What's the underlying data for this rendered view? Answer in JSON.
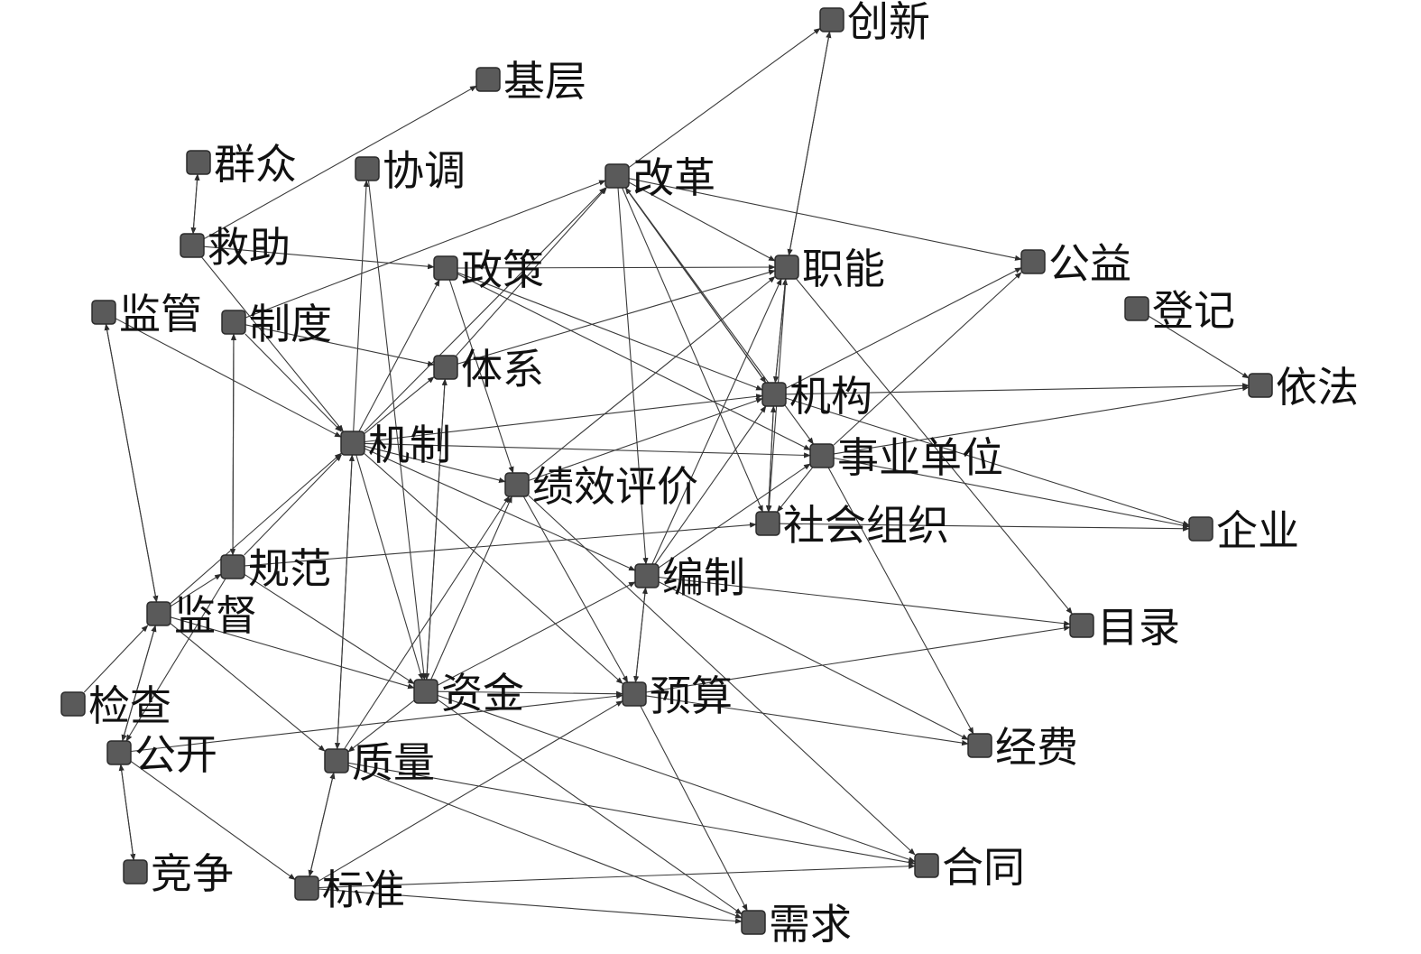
{
  "diagram": {
    "type": "directed-network",
    "node_color": "#5a5a5a",
    "edge_color": "#3a3a3a",
    "nodes": [
      {
        "id": "chuangxin",
        "label": "创新"
      },
      {
        "id": "jiceng",
        "label": "基层"
      },
      {
        "id": "qunzhong",
        "label": "群众"
      },
      {
        "id": "xietiao",
        "label": "协调"
      },
      {
        "id": "gaige",
        "label": "改革"
      },
      {
        "id": "jiuzhu",
        "label": "救助"
      },
      {
        "id": "zhengce",
        "label": "政策"
      },
      {
        "id": "zhineng",
        "label": "职能"
      },
      {
        "id": "gongyi",
        "label": "公益"
      },
      {
        "id": "dengji",
        "label": "登记"
      },
      {
        "id": "jianguan",
        "label": "监管"
      },
      {
        "id": "zhidu",
        "label": "制度"
      },
      {
        "id": "tixi",
        "label": "体系"
      },
      {
        "id": "yifa",
        "label": "依法"
      },
      {
        "id": "jigou",
        "label": "机构"
      },
      {
        "id": "jizhi",
        "label": "机制"
      },
      {
        "id": "shiyedanwei",
        "label": "事业单位"
      },
      {
        "id": "jixiaopingjia",
        "label": "绩效评价"
      },
      {
        "id": "shehuizuzhi",
        "label": "社会组织"
      },
      {
        "id": "qiye",
        "label": "企业"
      },
      {
        "id": "guifan",
        "label": "规范"
      },
      {
        "id": "bianzhi",
        "label": "编制"
      },
      {
        "id": "jiandu",
        "label": "监督"
      },
      {
        "id": "mulu",
        "label": "目录"
      },
      {
        "id": "jiancha",
        "label": "检查"
      },
      {
        "id": "zijin",
        "label": "资金"
      },
      {
        "id": "yusuan",
        "label": "预算"
      },
      {
        "id": "gongkai",
        "label": "公开"
      },
      {
        "id": "zhiliang",
        "label": "质量"
      },
      {
        "id": "jingfei",
        "label": "经费"
      },
      {
        "id": "jingzheng",
        "label": "竞争"
      },
      {
        "id": "biaozhun",
        "label": "标准"
      },
      {
        "id": "hetong",
        "label": "合同"
      },
      {
        "id": "xuqiu",
        "label": "需求"
      }
    ],
    "edges": [
      [
        "jiuzhu",
        "jiceng"
      ],
      [
        "qunzhong",
        "jiuzhu"
      ],
      [
        "jiuzhu",
        "qunzhong"
      ],
      [
        "gaige",
        "chuangxin"
      ],
      [
        "zhineng",
        "chuangxin"
      ],
      [
        "chuangxin",
        "zhineng"
      ],
      [
        "jiuzhu",
        "zhengce"
      ],
      [
        "zhengce",
        "zhineng"
      ],
      [
        "gaige",
        "zhineng"
      ],
      [
        "gaige",
        "gongyi"
      ],
      [
        "dengji",
        "yifa"
      ],
      [
        "jigou",
        "yifa"
      ],
      [
        "shiyedanwei",
        "yifa"
      ],
      [
        "gaige",
        "jigou"
      ],
      [
        "jigou",
        "gaige"
      ],
      [
        "gaige",
        "shiyedanwei"
      ],
      [
        "gaige",
        "bianzhi"
      ],
      [
        "gaige",
        "shehuizuzhi"
      ],
      [
        "zhidu",
        "gaige"
      ],
      [
        "jizhi",
        "gaige"
      ],
      [
        "tixi",
        "gaige"
      ],
      [
        "xietiao",
        "zijin"
      ],
      [
        "jizhi",
        "xietiao"
      ],
      [
        "zhidu",
        "tixi"
      ],
      [
        "jizhi",
        "tixi"
      ],
      [
        "zhidu",
        "guifan"
      ],
      [
        "guifan",
        "zhidu"
      ],
      [
        "jianguan",
        "jiandu"
      ],
      [
        "jiandu",
        "jianguan"
      ],
      [
        "jianguan",
        "jizhi"
      ],
      [
        "zhidu",
        "jizhi"
      ],
      [
        "jiuzhu",
        "jizhi"
      ],
      [
        "jizhi",
        "jigou"
      ],
      [
        "jizhi",
        "shiyedanwei"
      ],
      [
        "jizhi",
        "jixiaopingjia"
      ],
      [
        "jizhi",
        "zhengce"
      ],
      [
        "jizhi",
        "yusuan"
      ],
      [
        "jizhi",
        "bianzhi"
      ],
      [
        "jizhi",
        "zhiliang"
      ],
      [
        "jizhi",
        "zijin"
      ],
      [
        "guifan",
        "jizhi"
      ],
      [
        "jiandu",
        "jizhi"
      ],
      [
        "zhiliang",
        "jizhi"
      ],
      [
        "zhengce",
        "jixiaopingjia"
      ],
      [
        "zhengce",
        "jigou"
      ],
      [
        "zhengce",
        "shiyedanwei"
      ],
      [
        "tixi",
        "zhineng"
      ],
      [
        "tixi",
        "zijin"
      ],
      [
        "zijin",
        "tixi"
      ],
      [
        "jixiaopingjia",
        "zhineng"
      ],
      [
        "jixiaopingjia",
        "yusuan"
      ],
      [
        "jixiaopingjia",
        "jigou"
      ],
      [
        "zijin",
        "jixiaopingjia"
      ],
      [
        "zhiliang",
        "jixiaopingjia"
      ],
      [
        "zhineng",
        "jigou"
      ],
      [
        "jigou",
        "zhineng"
      ],
      [
        "zhineng",
        "mulu"
      ],
      [
        "zhineng",
        "shehuizuzhi"
      ],
      [
        "jigou",
        "gongyi"
      ],
      [
        "shiyedanwei",
        "gongyi"
      ],
      [
        "shiyedanwei",
        "qiye"
      ],
      [
        "jigou",
        "qiye"
      ],
      [
        "shehuizuzhi",
        "qiye"
      ],
      [
        "jigou",
        "shehuizuzhi"
      ],
      [
        "shehuizuzhi",
        "jigou"
      ],
      [
        "bianzhi",
        "jigou"
      ],
      [
        "bianzhi",
        "shiyedanwei"
      ],
      [
        "bianzhi",
        "zhineng"
      ],
      [
        "bianzhi",
        "mulu"
      ],
      [
        "bianzhi",
        "jingfei"
      ],
      [
        "bianzhi",
        "yusuan"
      ],
      [
        "yusuan",
        "bianzhi"
      ],
      [
        "zijin",
        "bianzhi"
      ],
      [
        "guifan",
        "shehuizuzhi"
      ],
      [
        "shiyedanwei",
        "jingfei"
      ],
      [
        "shiyedanwei",
        "shehuizuzhi"
      ],
      [
        "jiandu",
        "zijin"
      ],
      [
        "jiandu",
        "guifan"
      ],
      [
        "jiancha",
        "jiandu"
      ],
      [
        "jiandu",
        "gongkai"
      ],
      [
        "gongkai",
        "jiandu"
      ],
      [
        "guifan",
        "gongkai"
      ],
      [
        "gongkai",
        "jingzheng"
      ],
      [
        "jingzheng",
        "gongkai"
      ],
      [
        "gongkai",
        "biaozhun"
      ],
      [
        "gongkai",
        "yusuan"
      ],
      [
        "jiandu",
        "zhiliang"
      ],
      [
        "guifan",
        "zijin"
      ],
      [
        "zijin",
        "yusuan"
      ],
      [
        "zijin",
        "hetong"
      ],
      [
        "zijin",
        "xuqiu"
      ],
      [
        "zijin",
        "zhiliang"
      ],
      [
        "yusuan",
        "mulu"
      ],
      [
        "yusuan",
        "jingfei"
      ],
      [
        "yusuan",
        "xuqiu"
      ],
      [
        "biaozhun",
        "zhiliang"
      ],
      [
        "zhiliang",
        "biaozhun"
      ],
      [
        "biaozhun",
        "hetong"
      ],
      [
        "biaozhun",
        "xuqiu"
      ],
      [
        "biaozhun",
        "yusuan"
      ],
      [
        "zhiliang",
        "hetong"
      ],
      [
        "zhiliang",
        "xuqiu"
      ],
      [
        "jixiaopingjia",
        "hetong"
      ]
    ]
  }
}
